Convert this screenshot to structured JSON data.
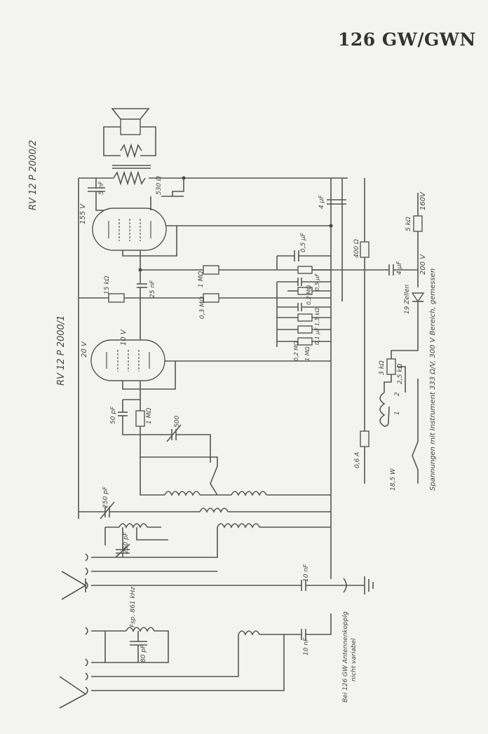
{
  "title": "126 GW/GWN",
  "tubes": {
    "output": "RV 12 P 2000/2",
    "input": "RV 12 P 2000/1"
  },
  "voltages": {
    "v155": "155 V",
    "v20": "20 V",
    "v10": "10 V",
    "v160": "160V",
    "v200": "200 V"
  },
  "components": {
    "c5nf": "5 nF",
    "r530": "530 Ω",
    "c4uf_top": "4 µF",
    "r15k": "15 kΩ",
    "c25nf": "25 nF",
    "r1m_top": "1 MΩ",
    "r03m": "0,3 MΩ",
    "c05uf": "0,5 µF",
    "r400": "400 Ω",
    "c4uf_mid": "4 µF",
    "r5k": "5 kΩ",
    "c05_mid": "0,5 µF",
    "r02m_a": "0,2 MΩ",
    "r15k_mid": "1,5 kΩ",
    "c01": "0,1 µF",
    "r02m_b": "0,2 MΩ",
    "r1m_mid": "1 MΩ",
    "c50pf": "50 pF",
    "r1m_grid": "1 MΩ",
    "c500": "500",
    "r3k": "3 kΩ",
    "r25k": "2,5 kΩ",
    "rect": "19 Zellen",
    "fuse": "0,6 A",
    "power": "18,5 W",
    "c250_a": "250 pF",
    "c250_b": "250 pF",
    "c10nf_a": "10 nF",
    "c10nf_b": "10 nF",
    "fsp": "Fsp. 861 kHz",
    "c80pf": "80 pF",
    "sel1": "1",
    "sel2": "2"
  },
  "notes": {
    "voltmeter": "Spannungen mit Instrument 333 Ω/V, 300 V Bereich, gemessen",
    "antenna": "Bei 126 GW Antennenkopplg",
    "antenna2": "nicht variabel"
  }
}
